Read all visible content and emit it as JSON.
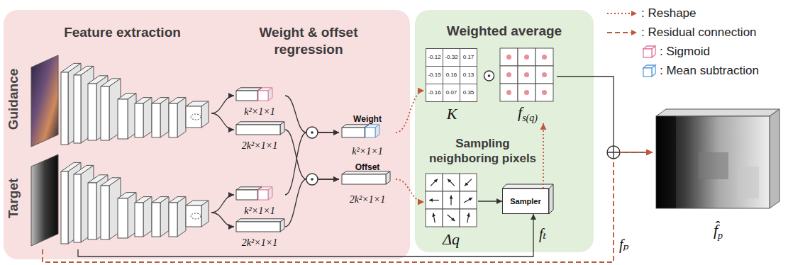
{
  "diagram": {
    "nodes": [
      {
        "text": [
          "Feature extraction",
          "Weight & offset regression"
        ]
      },
      {
        "text": [
          "Guidance"
        ],
        "in": 0
      },
      {
        "text": [
          "Target"
        ],
        "in": 0
      },
      {
        "text": [
          "k²×1×1"
        ],
        "in": 0
      },
      {
        "text": [
          "2k²×1×1"
        ],
        "in": 0
      },
      {
        "text": [
          "k²×1×1"
        ],
        "in": 0
      },
      {
        "text": [
          "2k²×1×1"
        ],
        "in": 0
      },
      {
        "text": [
          "Weight",
          "k²×1×1"
        ],
        "in": 0
      },
      {
        "text": [
          "Offset",
          "2k²×1×1"
        ],
        "in": 0
      },
      {
        "text": [
          "Weighted average",
          "Sampling neighboring pixels"
        ]
      },
      {
        "text": [
          "-0.12",
          "-0.32",
          "0.17",
          "-0.15",
          "0.16",
          "0.13",
          "-0.16",
          "0.07",
          "0.35",
          "K"
        ],
        "in": 9
      },
      {
        "text": [
          "f",
          "s(q)"
        ],
        "in": 9
      },
      {
        "text": [
          "Δq"
        ],
        "in": 9
      },
      {
        "text": [
          "Sampler"
        ],
        "in": 9
      },
      {
        "text": [
          "f̂",
          "p"
        ]
      }
    ],
    "edges": [
      {
        "from": 1,
        "to": 3,
        "arrow": "to"
      },
      {
        "from": 1,
        "to": 4,
        "arrow": "to"
      },
      {
        "from": 2,
        "to": 5,
        "arrow": "to"
      },
      {
        "from": 2,
        "to": 6,
        "arrow": "to"
      },
      {
        "from": 3,
        "to": 7,
        "arrow": "to"
      },
      {
        "from": 5,
        "to": 7,
        "arrow": "to"
      },
      {
        "from": 4,
        "to": 8,
        "arrow": "to"
      },
      {
        "from": 6,
        "to": 8,
        "arrow": "to"
      },
      {
        "from": 7,
        "to": 10,
        "arrow": "to"
      },
      {
        "from": 8,
        "to": 12,
        "arrow": "to"
      },
      {
        "from": 12,
        "to": 13,
        "arrow": "to"
      },
      {
        "from": 13,
        "to": 11,
        "arrow": "to"
      },
      {
        "from": 2,
        "to": 13,
        "label": "fₜ",
        "arrow": "to"
      },
      {
        "from": 11,
        "to": 14,
        "arrow": "to"
      },
      {
        "from": 2,
        "to": 14,
        "label": "fₚ",
        "arrow": "to"
      }
    ],
    "legend": [
      {
        "text": ": Reshape"
      },
      {
        "text": ": Residual connection"
      },
      {
        "text": ": Sigmoid",
        "color": "#e0789a"
      },
      {
        "text": ": Mean subtraction",
        "color": "#5b9bd5"
      }
    ]
  }
}
